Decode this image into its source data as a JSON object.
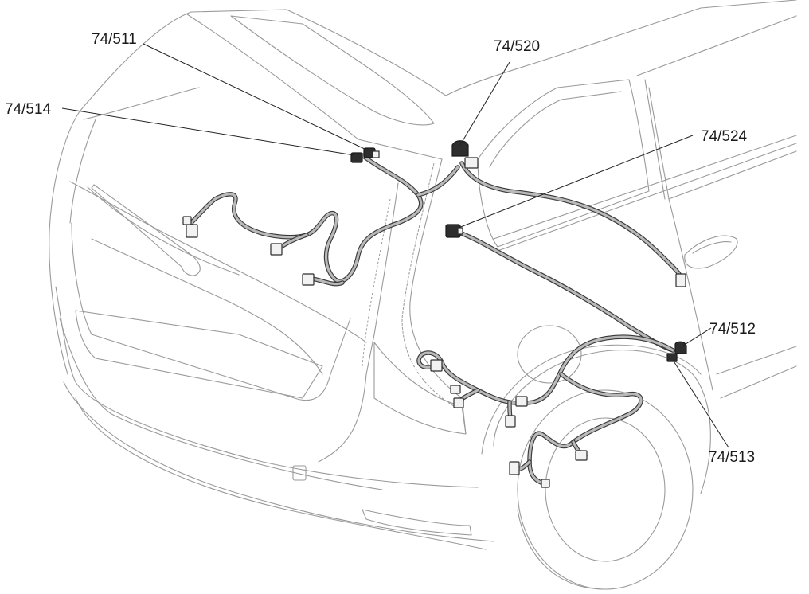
{
  "diagram": {
    "callouts": {
      "c511": "74/511",
      "c514": "74/514",
      "c520": "74/520",
      "c524": "74/524",
      "c512": "74/512",
      "c513": "74/513"
    },
    "colors": {
      "body_outline": "#9a9a9a",
      "harness_outline": "#3a3a3a",
      "harness_fill": "#b9b9b9",
      "connector_dark": "#2e2e2e",
      "connector_light": "#f2f2f2",
      "leader_line": "#222222"
    }
  }
}
